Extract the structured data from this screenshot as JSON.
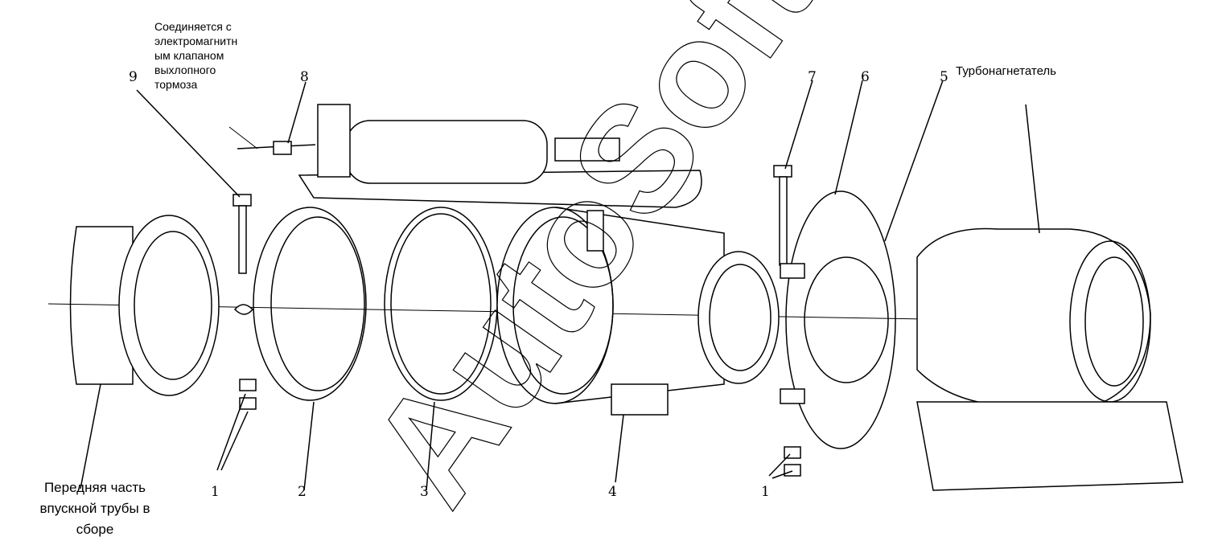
{
  "callouts": [
    {
      "id": "1a",
      "text": "1"
    },
    {
      "id": "2",
      "text": "2"
    },
    {
      "id": "3",
      "text": "3"
    },
    {
      "id": "4",
      "text": "4"
    },
    {
      "id": "1b",
      "text": "1"
    },
    {
      "id": "5",
      "text": "5"
    },
    {
      "id": "6",
      "text": "6"
    },
    {
      "id": "7",
      "text": "7"
    },
    {
      "id": "8",
      "text": "8"
    },
    {
      "id": "9",
      "text": "9"
    }
  ],
  "labels": {
    "solenoid_connection": "Соединяется с\nэлектромагнитн\nым клапаном\nвыхлопного\nтормоза",
    "turbocharger": "Турбонагнетатель",
    "intake_pipe_front": "Передняя часть\nвпускной трубы в\nсборе"
  },
  "watermark": "AutoSoft"
}
